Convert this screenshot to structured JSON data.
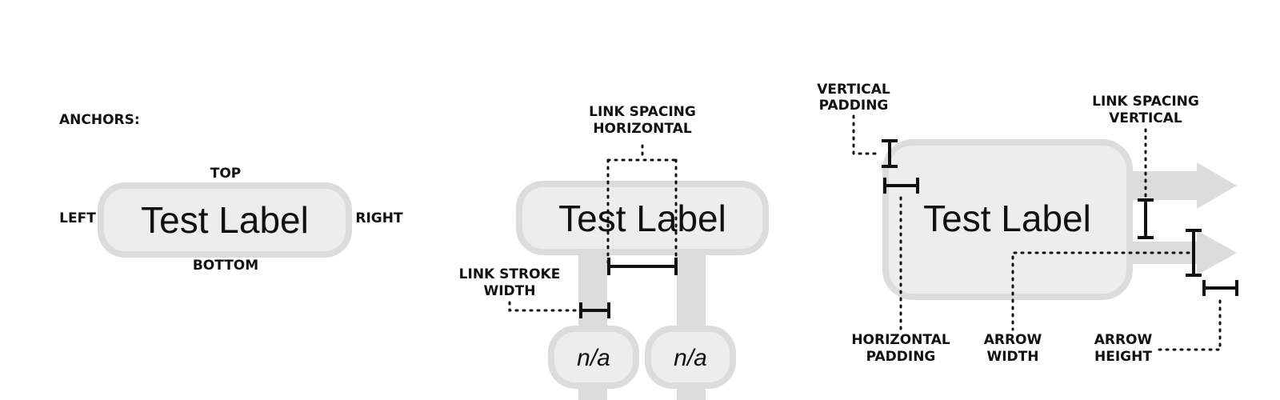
{
  "anchors": {
    "title": "ANCHORS:",
    "top": "TOP",
    "left": "LEFT",
    "right": "RIGHT",
    "bottom": "BOTTOM",
    "label": "Test Label"
  },
  "links": {
    "label": "Test Label",
    "spacing_horizontal": [
      "LINK SPACING",
      "HORIZONTAL"
    ],
    "stroke_width": [
      "LINK STROKE",
      "WIDTH"
    ],
    "child_1": "n/a",
    "child_2": "n/a"
  },
  "padding": {
    "label": "Test Label",
    "vertical_padding": [
      "VERTICAL",
      "PADDING"
    ],
    "link_spacing_vertical": [
      "LINK SPACING",
      "VERTICAL"
    ],
    "horizontal_padding": [
      "HORIZONTAL",
      "PADDING"
    ],
    "arrow_width": [
      "ARROW",
      "WIDTH"
    ],
    "arrow_height": [
      "ARROW",
      "HEIGHT"
    ]
  },
  "colors": {
    "box_fill": "#ededed",
    "box_stroke": "#dcdcdc",
    "link": "#dcdcdc",
    "text": "#111111"
  }
}
